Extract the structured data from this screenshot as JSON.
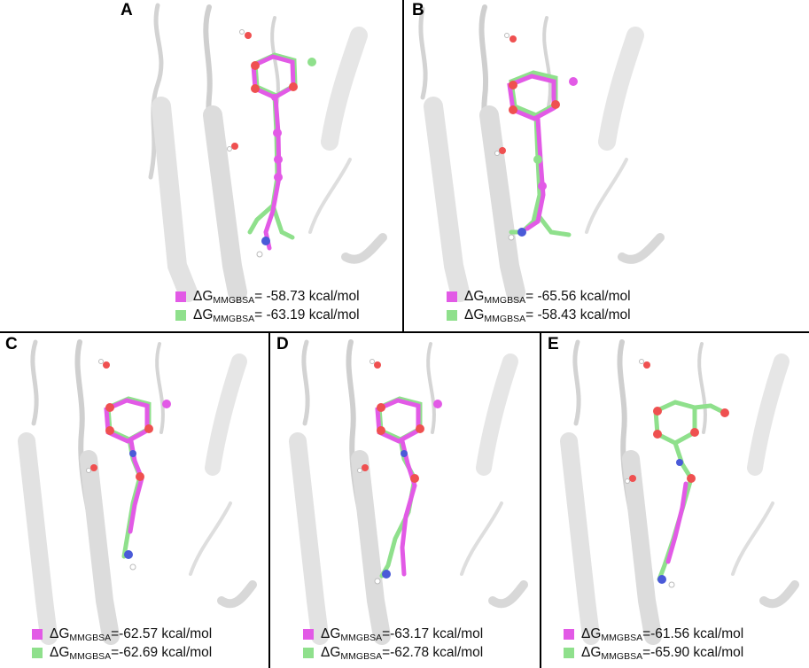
{
  "colors": {
    "magenta": "#e25ae6",
    "green": "#8fe08c",
    "oxygen": "#ef5050",
    "nitrogen": "#4a5ad8",
    "ribbon": "#d9d9d9"
  },
  "panels": [
    {
      "label": "A",
      "legend": [
        {
          "color": "magenta",
          "delta": "ΔG",
          "sub": "MMGBSA",
          "value": "= -58.73 kcal/mol"
        },
        {
          "color": "green",
          "delta": "ΔG",
          "sub": "MMGBSA",
          "value": "= -63.19 kcal/mol"
        }
      ]
    },
    {
      "label": "B",
      "legend": [
        {
          "color": "magenta",
          "delta": "ΔG",
          "sub": "MMGBSA",
          "value": "= -65.56 kcal/mol"
        },
        {
          "color": "green",
          "delta": "ΔG",
          "sub": "MMGBSA",
          "value": "= -58.43 kcal/mol"
        }
      ]
    },
    {
      "label": "C",
      "legend": [
        {
          "color": "magenta",
          "delta": "ΔG",
          "sub": "MMGBSA",
          "value": "=-62.57 kcal/mol"
        },
        {
          "color": "green",
          "delta": "ΔG",
          "sub": "MMGBSA",
          "value": "=-62.69 kcal/mol"
        }
      ]
    },
    {
      "label": "D",
      "legend": [
        {
          "color": "magenta",
          "delta": "ΔG",
          "sub": "MMGBSA",
          "value": "=-63.17 kcal/mol"
        },
        {
          "color": "green",
          "delta": "ΔG",
          "sub": "MMGBSA",
          "value": "=-62.78 kcal/mol"
        }
      ]
    },
    {
      "label": "E",
      "legend": [
        {
          "color": "magenta",
          "delta": "ΔG",
          "sub": "MMGBSA",
          "value": "=-61.56 kcal/mol"
        },
        {
          "color": "green",
          "delta": "ΔG",
          "sub": "MMGBSA",
          "value": "=-65.90 kcal/mol"
        }
      ]
    }
  ]
}
